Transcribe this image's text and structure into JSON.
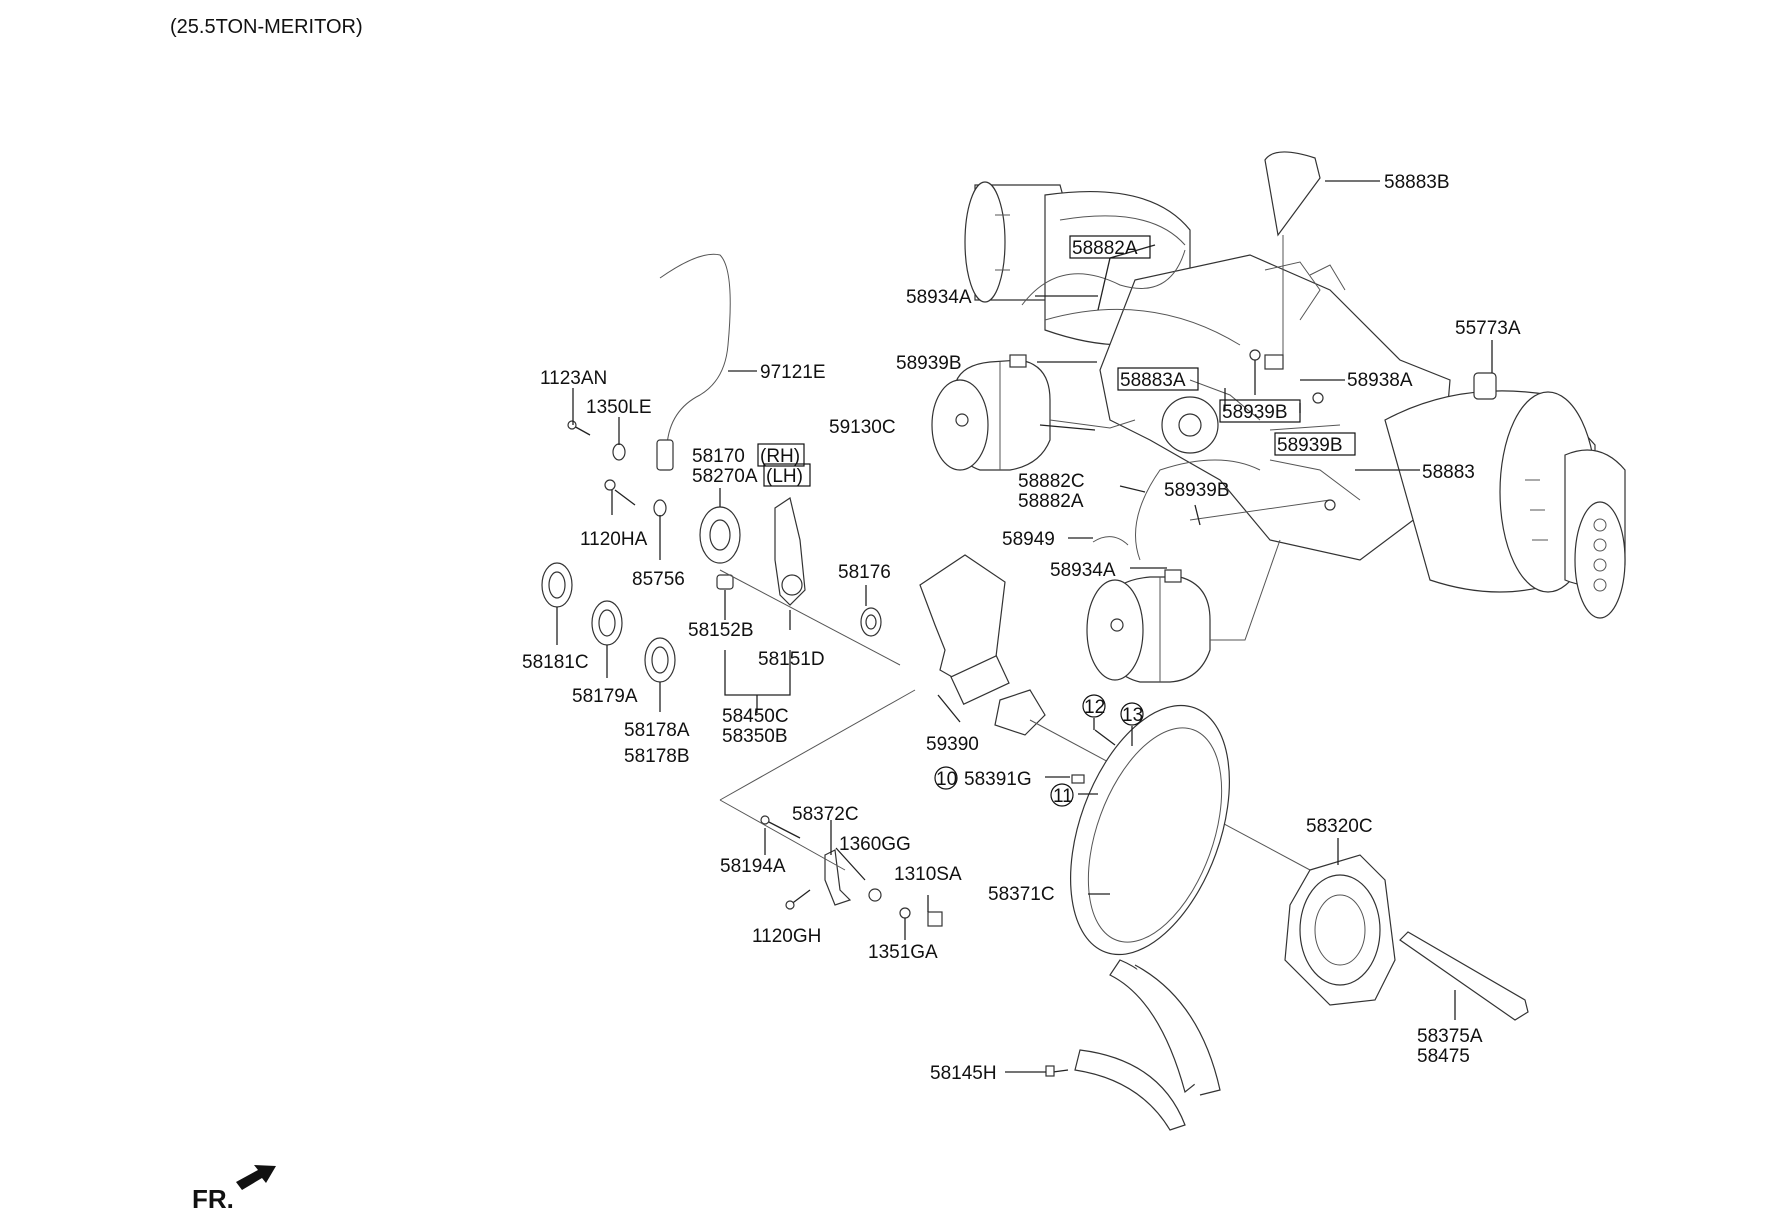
{
  "title": "(25.5TON-MERITOR)",
  "front_marker": "FR.",
  "callouts": [
    {
      "id": "c1",
      "text": "58883B",
      "boxed": false
    },
    {
      "id": "c2",
      "text": "58882A",
      "boxed": true
    },
    {
      "id": "c3",
      "text": "58934A",
      "boxed": false
    },
    {
      "id": "c4",
      "text": "55773A",
      "boxed": false
    },
    {
      "id": "c5",
      "text": "58939B",
      "boxed": false
    },
    {
      "id": "c6",
      "text": "58938A",
      "boxed": false
    },
    {
      "id": "c7",
      "text": "58883A",
      "boxed": true
    },
    {
      "id": "c8",
      "text": "58939B",
      "boxed": true
    },
    {
      "id": "c9",
      "text": "59130C",
      "boxed": false
    },
    {
      "id": "c10",
      "text": "58939B",
      "boxed": true
    },
    {
      "id": "c11",
      "text": "58883",
      "boxed": false
    },
    {
      "id": "c12",
      "text": "58882C",
      "boxed": false
    },
    {
      "id": "c13",
      "text": "58882A",
      "boxed": false
    },
    {
      "id": "c14",
      "text": "58939B",
      "boxed": false
    },
    {
      "id": "c15",
      "text": "58949",
      "boxed": false
    },
    {
      "id": "c16",
      "text": "58934A",
      "boxed": false
    },
    {
      "id": "c17",
      "text": "97121E",
      "boxed": false
    },
    {
      "id": "c18",
      "text": "1123AN",
      "boxed": false
    },
    {
      "id": "c19",
      "text": "1350LE",
      "boxed": false
    },
    {
      "id": "c20",
      "text": "58170",
      "boxed": false
    },
    {
      "id": "c21",
      "text": "(RH)",
      "boxed": true
    },
    {
      "id": "c22",
      "text": "58270A",
      "boxed": false
    },
    {
      "id": "c23",
      "text": "(LH)",
      "boxed": true
    },
    {
      "id": "c24",
      "text": "1120HA",
      "boxed": false
    },
    {
      "id": "c25",
      "text": "85756",
      "boxed": false
    },
    {
      "id": "c26",
      "text": "58176",
      "boxed": false
    },
    {
      "id": "c27",
      "text": "58152B",
      "boxed": false
    },
    {
      "id": "c28",
      "text": "58151D",
      "boxed": false
    },
    {
      "id": "c29",
      "text": "58181C",
      "boxed": false
    },
    {
      "id": "c30",
      "text": "58179A",
      "boxed": false
    },
    {
      "id": "c31",
      "text": "58178A",
      "boxed": false
    },
    {
      "id": "c32",
      "text": "58178B",
      "boxed": false
    },
    {
      "id": "c33",
      "text": "58450C",
      "boxed": false
    },
    {
      "id": "c34",
      "text": "58350B",
      "boxed": false
    },
    {
      "id": "c35",
      "text": "59390",
      "boxed": false
    },
    {
      "id": "c36",
      "text": "58391G",
      "boxed": false
    },
    {
      "id": "c37",
      "text": "58372C",
      "boxed": false
    },
    {
      "id": "c38",
      "text": "1360GG",
      "boxed": false
    },
    {
      "id": "c39",
      "text": "58194A",
      "boxed": false
    },
    {
      "id": "c40",
      "text": "1310SA",
      "boxed": false
    },
    {
      "id": "c41",
      "text": "1120GH",
      "boxed": false
    },
    {
      "id": "c42",
      "text": "1351GA",
      "boxed": false
    },
    {
      "id": "c43",
      "text": "58320C",
      "boxed": false
    },
    {
      "id": "c44",
      "text": "58371C",
      "boxed": false
    },
    {
      "id": "c45",
      "text": "58375A",
      "boxed": false
    },
    {
      "id": "c46",
      "text": "58475",
      "boxed": false
    },
    {
      "id": "c47",
      "text": "58145H",
      "boxed": false
    }
  ],
  "circled_refs": [
    {
      "id": "r12",
      "text": "12"
    },
    {
      "id": "r13",
      "text": "13"
    },
    {
      "id": "r10",
      "text": "10"
    },
    {
      "id": "r11",
      "text": "11"
    }
  ]
}
